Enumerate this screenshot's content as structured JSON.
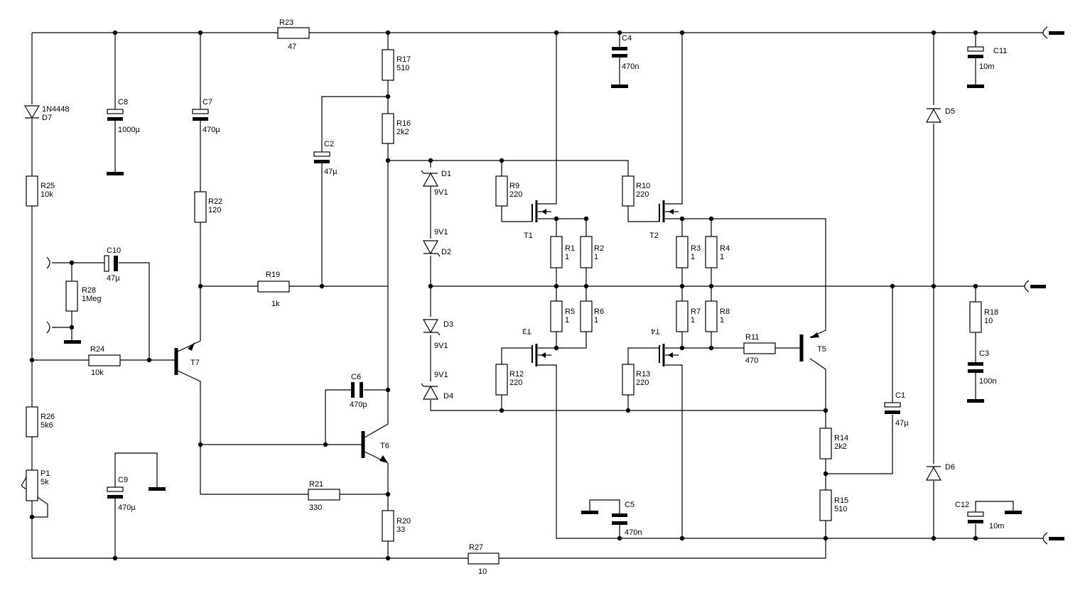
{
  "components": {
    "R1": {
      "ref": "R1",
      "value": "1"
    },
    "R2": {
      "ref": "R2",
      "value": "1"
    },
    "R3": {
      "ref": "R3",
      "value": "1"
    },
    "R4": {
      "ref": "R4",
      "value": "1"
    },
    "R5": {
      "ref": "R5",
      "value": "1"
    },
    "R6": {
      "ref": "R6",
      "value": "1"
    },
    "R7": {
      "ref": "R7",
      "value": "1"
    },
    "R8": {
      "ref": "R8",
      "value": "1"
    },
    "R9": {
      "ref": "R9",
      "value": "220"
    },
    "R10": {
      "ref": "R10",
      "value": "220"
    },
    "R11": {
      "ref": "R11",
      "value": "470"
    },
    "R12": {
      "ref": "R12",
      "value": "220"
    },
    "R13": {
      "ref": "R13",
      "value": "220"
    },
    "R14": {
      "ref": "R14",
      "value": "2k2"
    },
    "R15": {
      "ref": "R15",
      "value": "510"
    },
    "R16": {
      "ref": "R16",
      "value": "2k2"
    },
    "R17": {
      "ref": "R17",
      "value": "510"
    },
    "R18": {
      "ref": "R18",
      "value": "10"
    },
    "R19": {
      "ref": "R19",
      "value": "1k"
    },
    "R20": {
      "ref": "R20",
      "value": "33"
    },
    "R21": {
      "ref": "R21",
      "value": "330"
    },
    "R22": {
      "ref": "R22",
      "value": "120"
    },
    "R23": {
      "ref": "R23",
      "value": "47"
    },
    "R24": {
      "ref": "R24",
      "value": "10k"
    },
    "R25": {
      "ref": "R25",
      "value": "10k"
    },
    "R26": {
      "ref": "R26",
      "value": "5k6"
    },
    "R27": {
      "ref": "R27",
      "value": "10"
    },
    "R28": {
      "ref": "R28",
      "value": "1Meg"
    },
    "P1": {
      "ref": "P1",
      "value": "5k"
    },
    "C1": {
      "ref": "C1",
      "value": "47µ"
    },
    "C2": {
      "ref": "C2",
      "value": "47µ"
    },
    "C3": {
      "ref": "C3",
      "value": "100n"
    },
    "C4": {
      "ref": "C4",
      "value": "470n"
    },
    "C5": {
      "ref": "C5",
      "value": "470n"
    },
    "C6": {
      "ref": "C6",
      "value": "470p"
    },
    "C7": {
      "ref": "C7",
      "value": "470µ"
    },
    "C8": {
      "ref": "C8",
      "value": "1000µ"
    },
    "C9": {
      "ref": "C9",
      "value": "470µ"
    },
    "C10": {
      "ref": "C10",
      "value": "47µ"
    },
    "C11": {
      "ref": "C11",
      "value": "10m"
    },
    "C12": {
      "ref": "C12",
      "value": "10m"
    },
    "D1": {
      "ref": "D1",
      "value": "9V1"
    },
    "D2": {
      "ref": "D2",
      "value": "9V1"
    },
    "D3": {
      "ref": "D3",
      "value": "9V1"
    },
    "D4": {
      "ref": "D4",
      "value": "9V1"
    },
    "D5": {
      "ref": "D5"
    },
    "D6": {
      "ref": "D6"
    },
    "D7": {
      "ref": "D7",
      "value": "1N4448"
    },
    "T1": {
      "ref": "T1"
    },
    "T2": {
      "ref": "T2"
    },
    "T3": {
      "ref": "T3"
    },
    "T4": {
      "ref": "T4"
    },
    "T5": {
      "ref": "T5"
    },
    "T6": {
      "ref": "T6"
    },
    "T7": {
      "ref": "T7"
    }
  }
}
